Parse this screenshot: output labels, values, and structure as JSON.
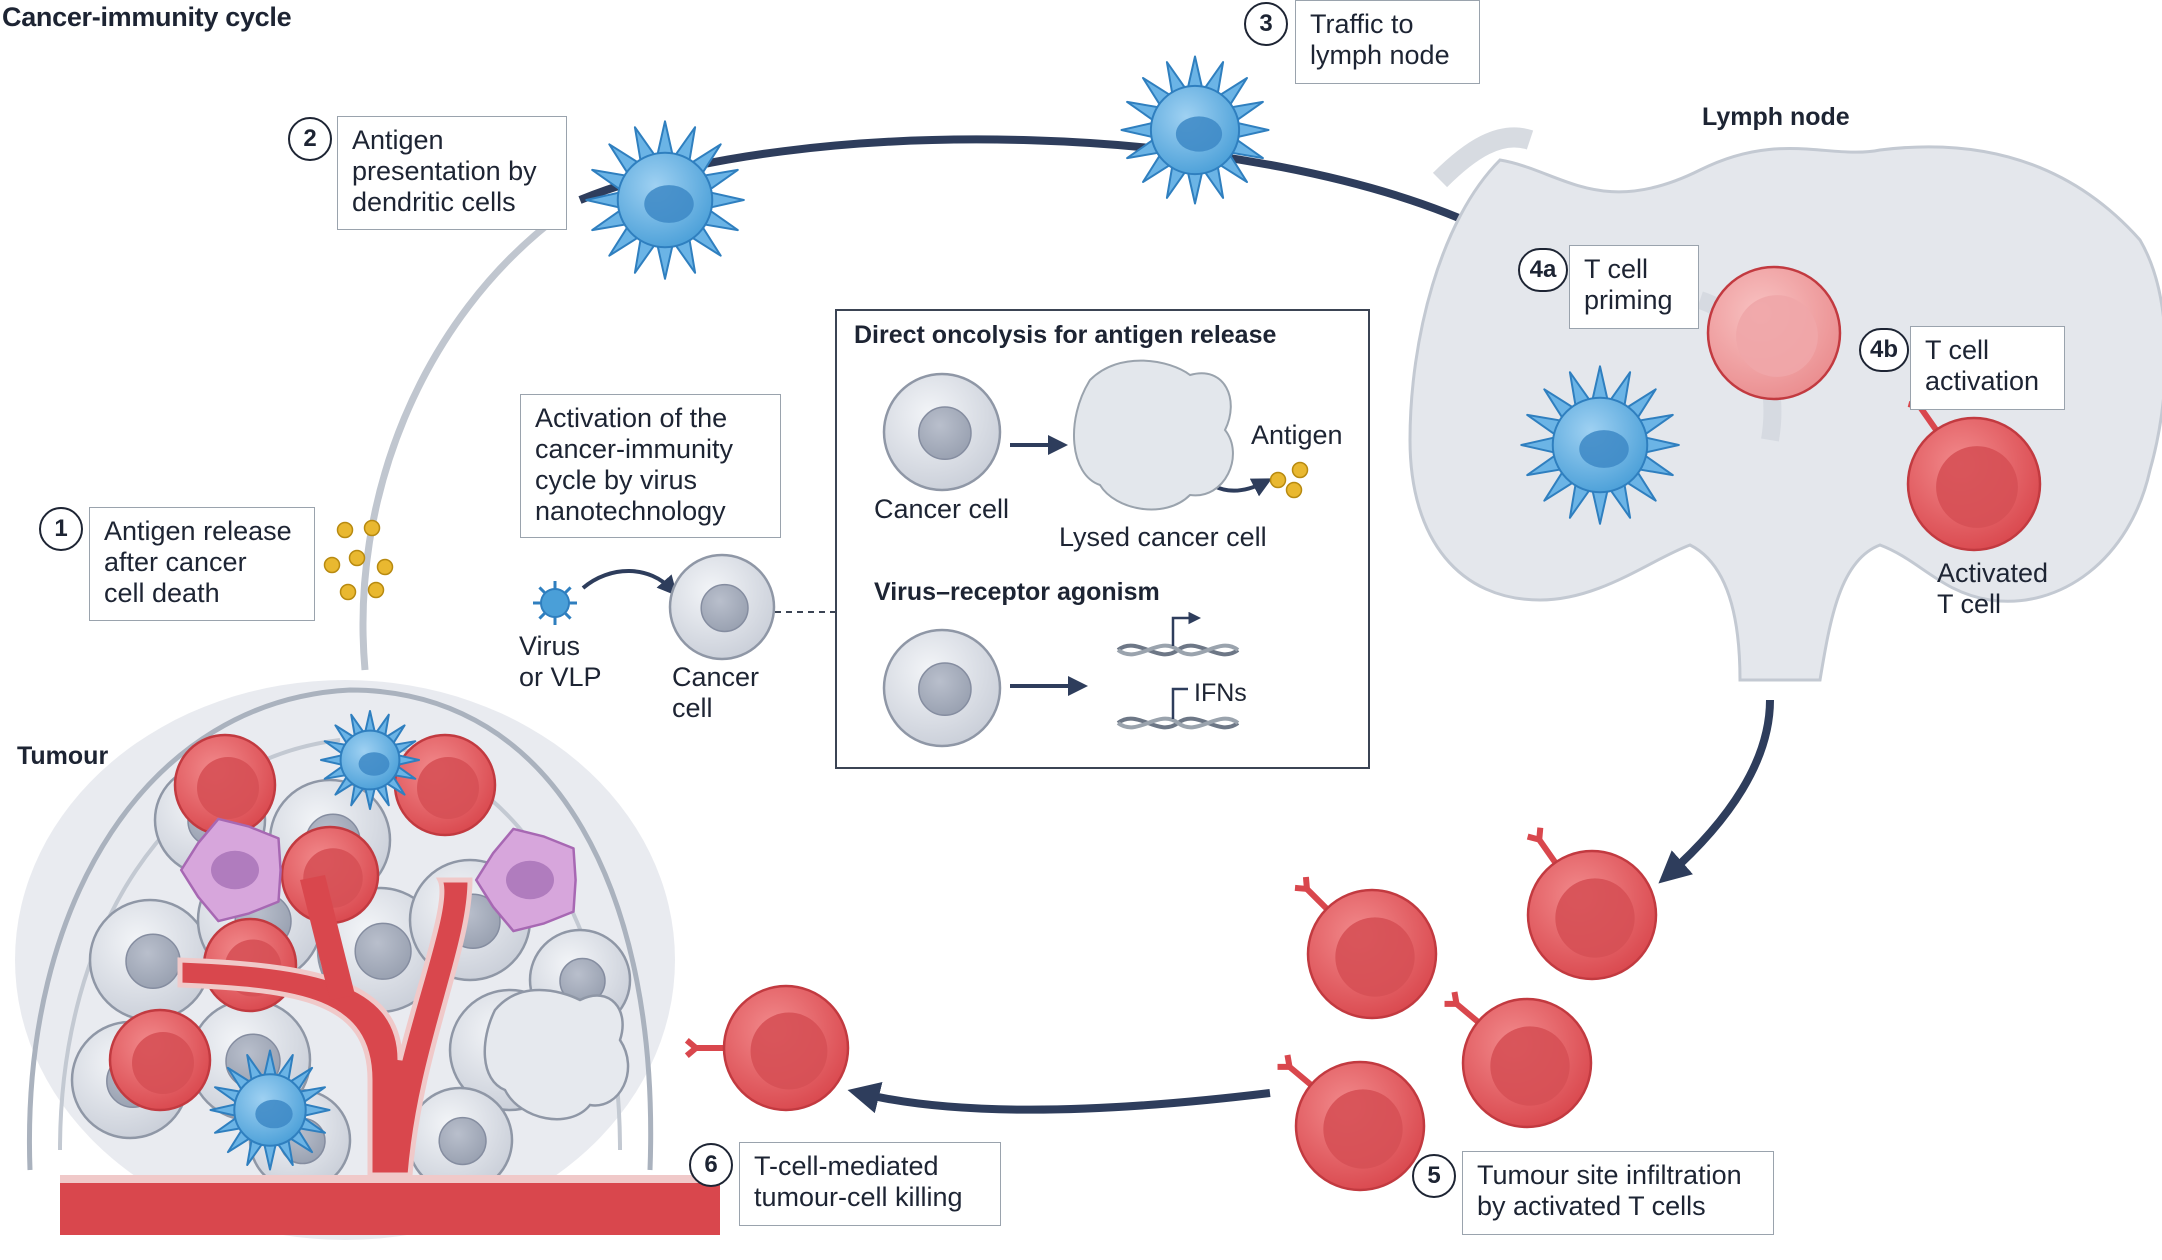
{
  "title": "Cancer-immunity cycle",
  "regions": {
    "tumour": "Tumour",
    "lymph_node": "Lymph node"
  },
  "steps": [
    {
      "number": "1",
      "text": "Antigen release\nafter cancer\ncell death"
    },
    {
      "number": "2",
      "text": "Antigen\npresentation by\ndendritic cells"
    },
    {
      "number": "3",
      "text": "Traffic to\nlymph node"
    },
    {
      "number": "4a",
      "text": "T cell\npriming"
    },
    {
      "number": "4b",
      "text": "T cell\nactivation"
    },
    {
      "number": "5",
      "text": "Tumour site infiltration\nby activated T cells"
    },
    {
      "number": "6",
      "text": "T-cell-mediated\ntumour-cell killing"
    }
  ],
  "activation_box": "Activation of the\ncancer-immunity\ncycle by virus\nnanotechnology",
  "labels": {
    "virus": "Virus\nor VLP",
    "cancer_cell_center": "Cancer\ncell",
    "activated_t_cell": "Activated\nT cell"
  },
  "inset": {
    "title_oncolysis": "Direct oncolysis for antigen release",
    "cancer_cell": "Cancer cell",
    "lysed_cancer_cell": "Lysed cancer cell",
    "antigen": "Antigen",
    "title_agonism": "Virus–receptor agonism",
    "ifns": "IFNs"
  },
  "colors": {
    "arrow": "#2e3d5c",
    "dendritic_cell": "#4a9fd8",
    "t_cell": "#e05a5e",
    "cancer_cell": "#d9dde4",
    "macrophage": "#c58ad0",
    "antigen": "#e9b830",
    "lymph_node": "#e4e7ec"
  }
}
